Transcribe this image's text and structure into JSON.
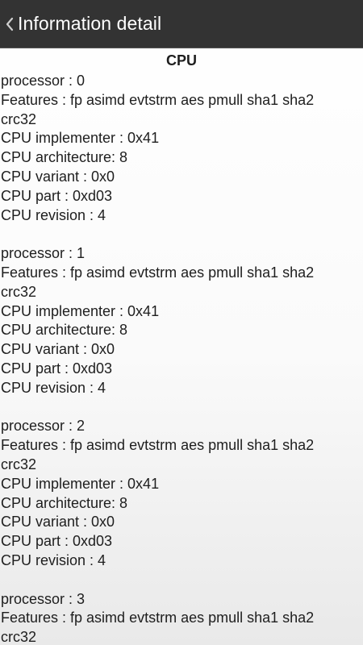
{
  "header": {
    "title": "Information detail",
    "back_glyph": "❮"
  },
  "section": {
    "title": "CPU"
  },
  "processors": [
    {
      "processor": "processor : 0",
      "features": "Features : fp asimd evtstrm aes pmull sha1 sha2",
      "features_cont": "crc32",
      "implementer": "CPU implementer : 0x41",
      "architecture": "CPU architecture: 8",
      "variant": "CPU variant : 0x0",
      "part": "CPU part : 0xd03",
      "revision": "CPU revision : 4"
    },
    {
      "processor": "processor : 1",
      "features": "Features : fp asimd evtstrm aes pmull sha1 sha2",
      "features_cont": "crc32",
      "implementer": "CPU implementer : 0x41",
      "architecture": "CPU architecture: 8",
      "variant": "CPU variant : 0x0",
      "part": "CPU part : 0xd03",
      "revision": "CPU revision : 4"
    },
    {
      "processor": "processor : 2",
      "features": "Features : fp asimd evtstrm aes pmull sha1 sha2",
      "features_cont": "crc32",
      "implementer": "CPU implementer : 0x41",
      "architecture": "CPU architecture: 8",
      "variant": "CPU variant : 0x0",
      "part": "CPU part : 0xd03",
      "revision": "CPU revision : 4"
    },
    {
      "processor": "processor : 3",
      "features": "Features : fp asimd evtstrm aes pmull sha1 sha2",
      "features_cont": "crc32"
    }
  ],
  "colors": {
    "topbar_bg": "#333333",
    "title_text": "#ffffff",
    "body_text": "#1e1e1e"
  }
}
